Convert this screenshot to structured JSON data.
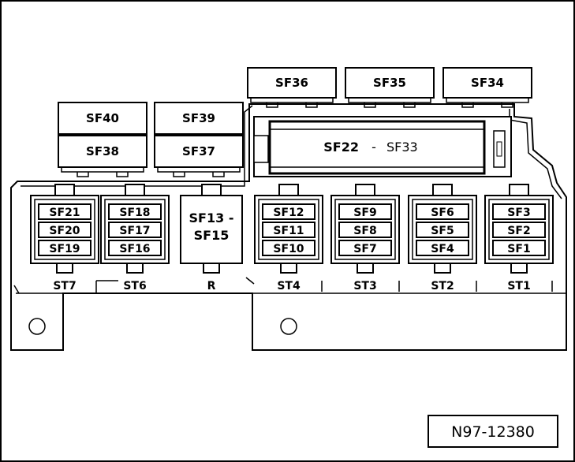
{
  "top_relays": [
    "SF36",
    "SF35",
    "SF34"
  ],
  "left_relays": [
    "SF40",
    "SF39",
    "SF38",
    "SF37"
  ],
  "big_block": {
    "left": "SF22",
    "sep": "-",
    "right": "SF33"
  },
  "relay_r": {
    "line1": "SF13 -",
    "line2": "SF15"
  },
  "connectors": [
    {
      "label": "ST7",
      "fuses": [
        "SF21",
        "SF20",
        "SF19"
      ]
    },
    {
      "label": "ST6",
      "fuses": [
        "SF18",
        "SF17",
        "SF16"
      ]
    },
    {
      "label": "R",
      "fuses": []
    },
    {
      "label": "ST4",
      "fuses": [
        "SF12",
        "SF11",
        "SF10"
      ]
    },
    {
      "label": "ST3",
      "fuses": [
        "SF9",
        "SF8",
        "SF7"
      ]
    },
    {
      "label": "ST2",
      "fuses": [
        "SF6",
        "SF5",
        "SF4"
      ]
    },
    {
      "label": "ST1",
      "fuses": [
        "SF3",
        "SF2",
        "SF1"
      ]
    }
  ],
  "reference": "N97-12380"
}
